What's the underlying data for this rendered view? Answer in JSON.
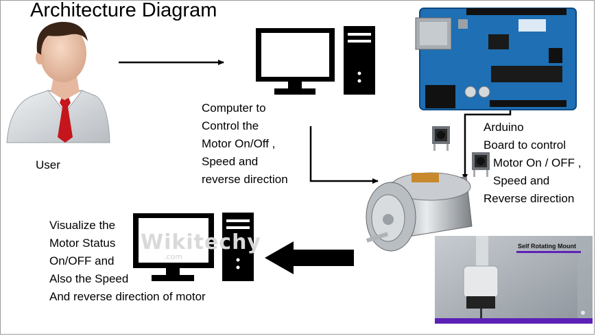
{
  "title": "Architecture Diagram",
  "user_label": "User",
  "computer_top_caption": [
    "Computer to",
    "Control the",
    "Motor On/Off ,",
    "Speed and",
    "reverse direction"
  ],
  "arduino_caption": [
    "Arduino",
    "Board to control",
    "Motor On / OFF ,",
    "Speed and",
    "Reverse direction"
  ],
  "visualize_caption": [
    "Visualize the",
    "Motor Status",
    "On/OFF and",
    "Also the Speed",
    "And reverse direction of motor"
  ],
  "watermark": {
    "brand": "Wikitechy",
    "domain": ".com"
  },
  "mount_photo": {
    "caption": "Self Rotating Mount"
  },
  "colors": {
    "arduino_board": "#1e6fb4",
    "mount_accent": "#5b21b6",
    "shirt": "#d5d9dd",
    "tie": "#c4161c"
  }
}
